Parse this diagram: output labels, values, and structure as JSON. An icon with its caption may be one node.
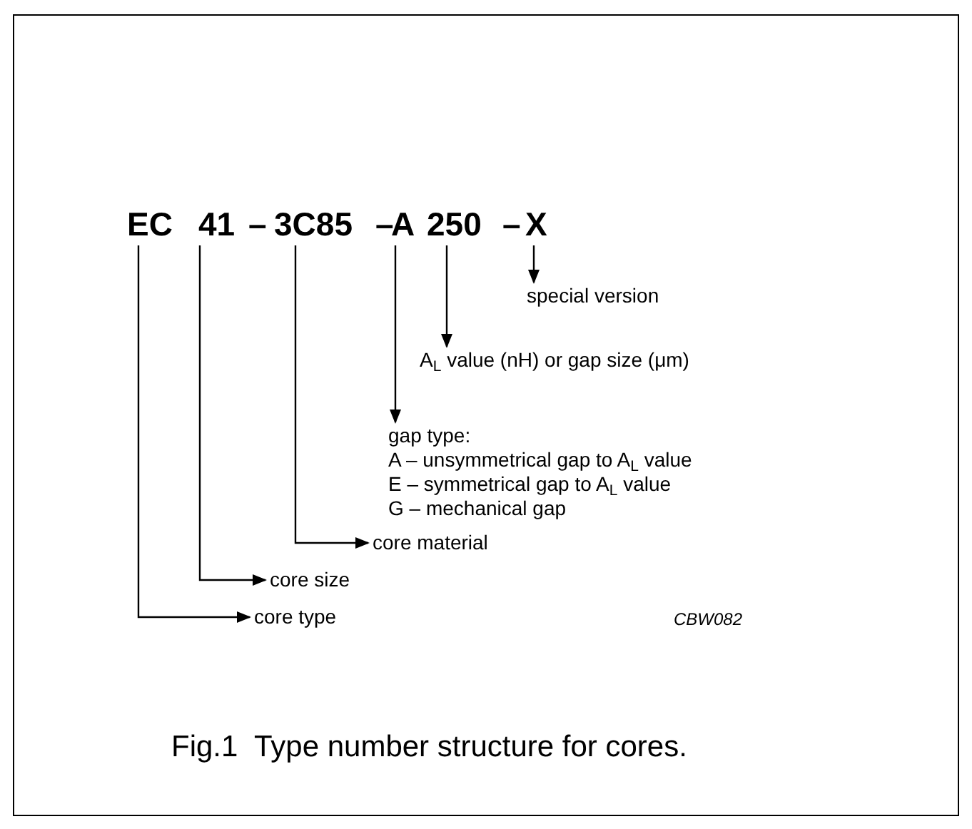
{
  "diagram": {
    "caption": "Fig.1  Type number structure for cores.",
    "nodes": [
      {
        "text": [
          "EC"
        ]
      },
      {
        "text": [
          "41"
        ]
      },
      {
        "text": [
          "3C85"
        ]
      },
      {
        "text": [
          "A"
        ]
      },
      {
        "text": [
          "250"
        ]
      },
      {
        "text": [
          "X"
        ]
      },
      {
        "text": [
          "special version"
        ]
      },
      {
        "text": [
          "A$_{L}$ value (nH) or gap size (μm)"
        ]
      },
      {
        "text": [
          "gap type:",
          "A – unsymmetrical gap to A$_{L}$ value",
          "E – symmetrical gap to A$_{L}$ value",
          "G – mechanical gap"
        ]
      },
      {
        "text": [
          "core material"
        ]
      },
      {
        "text": [
          "core size"
        ]
      },
      {
        "text": [
          "core type"
        ]
      }
    ],
    "edges": [
      {
        "from": 5,
        "to": 6,
        "arrow": "to"
      },
      {
        "from": 4,
        "to": 7,
        "arrow": "to"
      },
      {
        "from": 3,
        "to": 8,
        "arrow": "to"
      },
      {
        "from": 2,
        "to": 9,
        "arrow": "to"
      },
      {
        "from": 1,
        "to": 10,
        "arrow": "to"
      },
      {
        "from": 0,
        "to": 11,
        "arrow": "to"
      }
    ],
    "labels": [
      "–",
      "–",
      "–",
      "CBW082"
    ]
  }
}
